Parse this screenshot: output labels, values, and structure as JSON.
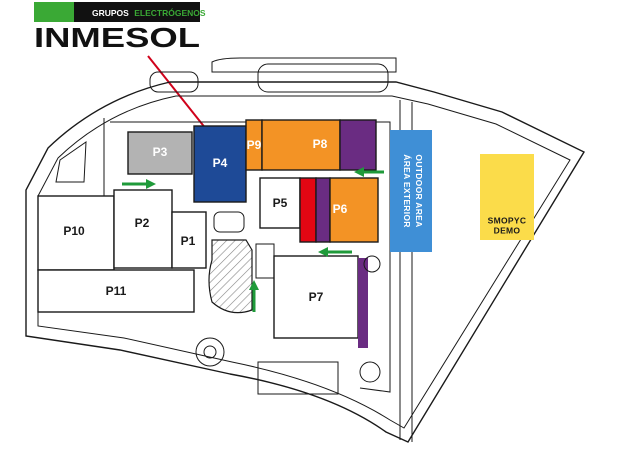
{
  "logo": {
    "tagline_prefix": "GRUPOS",
    "tagline_highlight": "ELECTRÓGENOS",
    "brand": "INMESOL",
    "colors": {
      "accent": "#3aa935",
      "band": "#111111",
      "brand_text": "#111111"
    }
  },
  "halls": [
    {
      "id": "P1",
      "label": "P1"
    },
    {
      "id": "P2",
      "label": "P2"
    },
    {
      "id": "P3",
      "label": "P3"
    },
    {
      "id": "P4",
      "label": "P4"
    },
    {
      "id": "P5",
      "label": "P5"
    },
    {
      "id": "P6",
      "label": "P6"
    },
    {
      "id": "P7",
      "label": "P7"
    },
    {
      "id": "P8",
      "label": "P8"
    },
    {
      "id": "P9",
      "label": "P9"
    },
    {
      "id": "P10",
      "label": "P10"
    },
    {
      "id": "P11",
      "label": "P11"
    }
  ],
  "outdoor_area": {
    "line1": "ÁREA EXTERIOR",
    "line2": "OUTDOOR AREA"
  },
  "demo_area": {
    "line1": "SMOPYC",
    "line2": "DEMO"
  },
  "colors": {
    "gray_hall": "#b3b3b3",
    "blue_hall": "#1e4a97",
    "orange_hall": "#f39325",
    "purple_hall": "#6a2c82",
    "red_hall": "#e30613",
    "outdoor_blue": "#3f8fd6",
    "demo_yellow": "#fbdc4a",
    "arrow_green": "#1f9a3a",
    "pointer_red": "#d0021b",
    "outline": "#1a1a1a"
  }
}
